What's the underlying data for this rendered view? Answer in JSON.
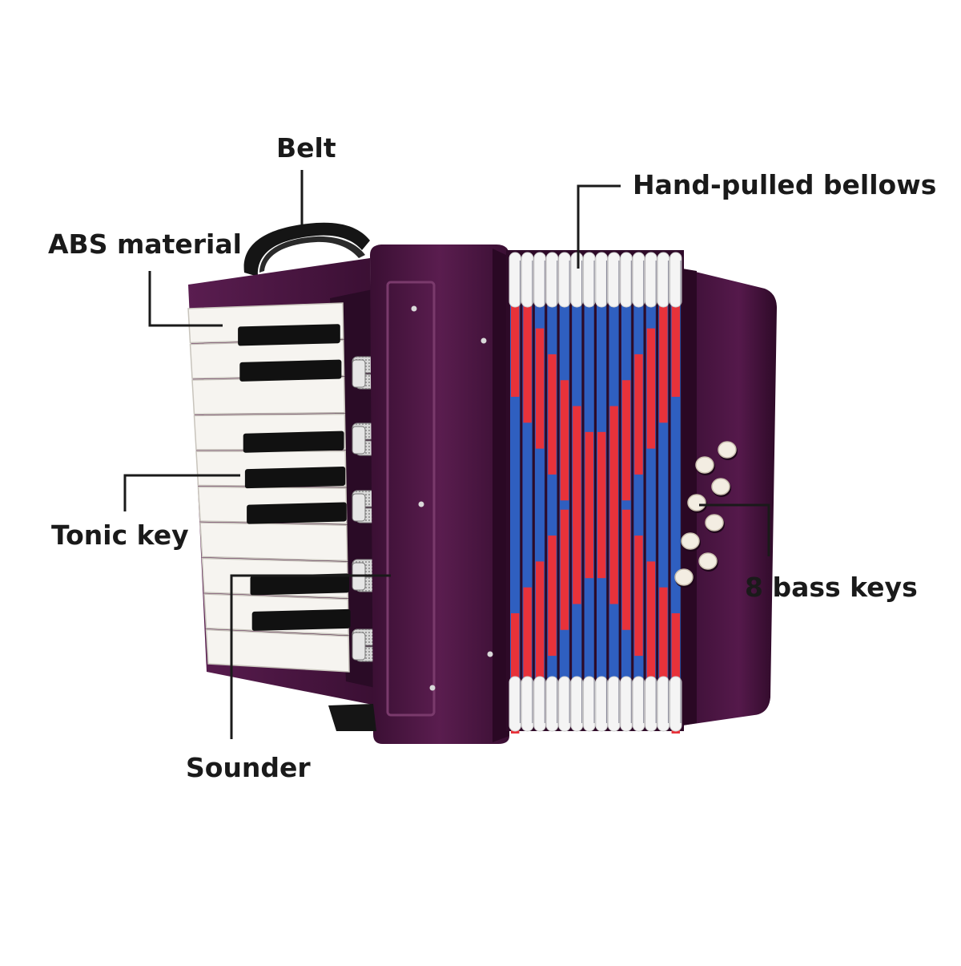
{
  "labels": {
    "belt": "Belt",
    "bellows": "Hand-pulled bellows",
    "abs": "ABS material",
    "tonic": "Tonic key",
    "bass": "8 bass keys",
    "sounder": "Sounder"
  },
  "colors": {
    "body": "#4a1640",
    "body_dark": "#2e0a28",
    "body_light": "#6c2a5e",
    "bellows_red": "#e8323a",
    "bellows_blue": "#2f5fc0",
    "bellows_white": "#f4f4f4",
    "strap": "#151515",
    "label": "#1a1a1a"
  },
  "icons": {
    "instrument": "accordion-icon"
  }
}
